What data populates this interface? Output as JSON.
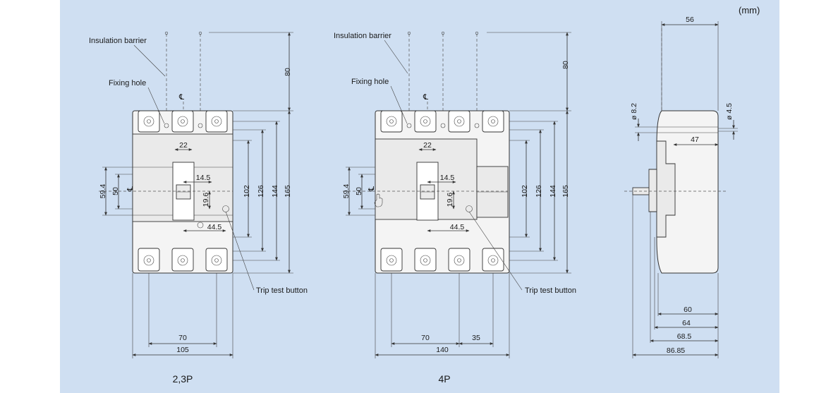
{
  "unit_label": "(mm)",
  "labels": {
    "insulation_barrier": "Insulation barrier",
    "fixing_hole": "Fixing hole",
    "trip_test_button": "Trip test button",
    "centerline": "℄"
  },
  "captions": {
    "view_23p": "2,3P",
    "view_4p": "4P"
  },
  "dims_23p": {
    "d80": "80",
    "d22": "22",
    "d14_5": "14.5",
    "d19_6": "19.6",
    "d44_5": "44.5",
    "d59_4": "59.4",
    "d50": "50",
    "d102": "102",
    "d126": "126",
    "d144": "144",
    "d165": "165",
    "d70": "70",
    "d105": "105"
  },
  "dims_4p": {
    "d80": "80",
    "d22": "22",
    "d14_5": "14.5",
    "d19_6": "19.6",
    "d44_5": "44.5",
    "d59_4": "59.4",
    "d50": "50",
    "d102": "102",
    "d126": "126",
    "d144": "144",
    "d165": "165",
    "d70": "70",
    "d35": "35",
    "d140": "140"
  },
  "dims_side": {
    "d56": "56",
    "d8_2": "ø 8.2",
    "d4_5": "ø 4.5",
    "d47": "47",
    "d60": "60",
    "d64": "64",
    "d68_5": "68.5",
    "d86_85": "86.85"
  }
}
